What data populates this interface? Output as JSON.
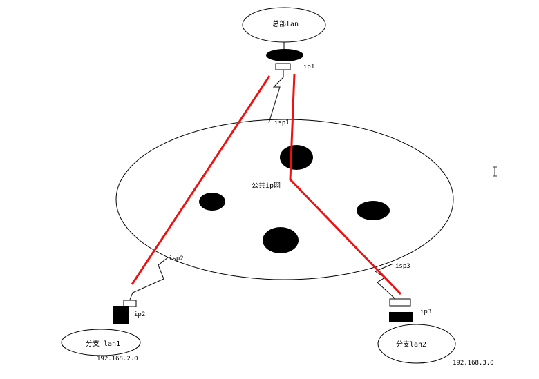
{
  "diagram": {
    "hq_lan": "总部lan",
    "public_net": "公共ip网",
    "branch1_lan": "分支 lan1",
    "branch2_lan": "分支lan2",
    "ip1": "ip1",
    "ip2": "ip2",
    "ip3": "ip3",
    "isp1": "isp1",
    "isp2": "isp2",
    "isp3": "isp3",
    "subnet1": "192.168.2.0",
    "subnet2": "192.168.3.0"
  },
  "colors": {
    "tunnel": "#ee1111",
    "stroke": "#000000",
    "background": "#ffffff"
  },
  "icons": {
    "cursor": "text-cursor-icon"
  }
}
